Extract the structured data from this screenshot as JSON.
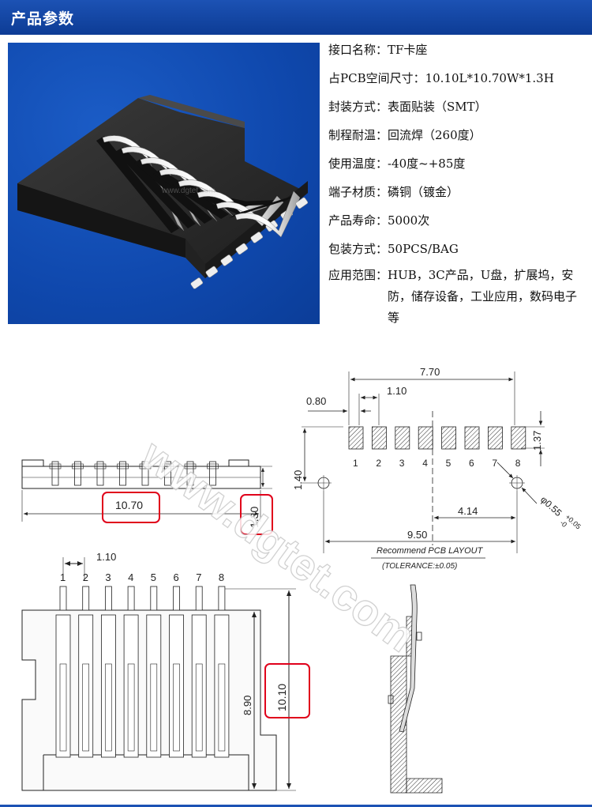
{
  "header": {
    "title": "产品参数",
    "bar_color": "#1447a8"
  },
  "product_photo": {
    "kind": "3D render of TF card socket connector on blue background"
  },
  "specs": [
    {
      "label": "接口名称：",
      "value": "TF卡座"
    },
    {
      "label": "占PCB空间尺寸：",
      "value": "10.10L*10.70W*1.3H"
    },
    {
      "label": "封装方式：",
      "value": "表面贴装（SMT）"
    },
    {
      "label": "制程耐温：",
      "value": "回流焊（260度）"
    },
    {
      "label": "使用温度：",
      "value": "-40度~+85度"
    },
    {
      "label": "端子材质：",
      "value": "磷铜（镀金）"
    },
    {
      "label": "产品寿命：",
      "value": "5000次"
    },
    {
      "label": "包装方式：",
      "value": "50PCS/BAG"
    },
    {
      "label": "应用范围：",
      "value": "HUB，3C产品，U盘，扩展坞，安防，储存设备，工业应用，数码电子等"
    }
  ],
  "drawing": {
    "watermark": "www.dgtet.com",
    "side_view": {
      "width_dim": "10.70",
      "height_dim": "1.30"
    },
    "pcb_layout": {
      "total_width": "7.70",
      "offset": "0.80",
      "pitch": "1.10",
      "pad_height": "1.37",
      "row_offset": "1.40",
      "hole_spacing": "9.50",
      "hole_offset": "4.14",
      "hole_dia": "φ0.55",
      "hole_tol_plus": "+0.05",
      "hole_tol_minus": "-0",
      "pins": [
        "1",
        "2",
        "3",
        "4",
        "5",
        "6",
        "7",
        "8"
      ],
      "caption": "Recommend PCB LAYOUT",
      "tolerance": "(TOLERANCE:±0.05)"
    },
    "top_view": {
      "pitch": "1.10",
      "pins": [
        "1",
        "2",
        "3",
        "4",
        "5",
        "6",
        "7",
        "8"
      ],
      "inner_height": "8.90",
      "total_length": "10.10"
    },
    "highlight_color": "#e0001b"
  }
}
